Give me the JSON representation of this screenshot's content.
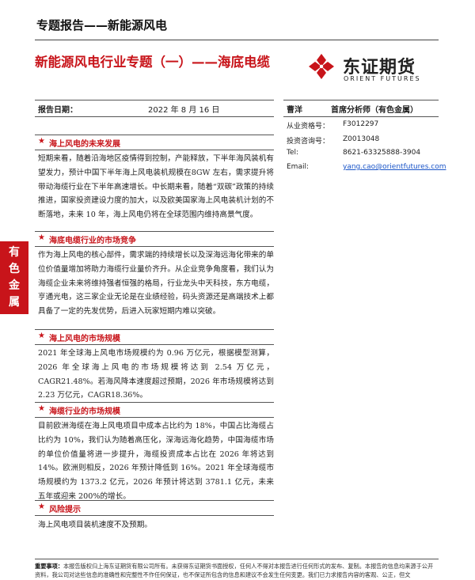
{
  "header": {
    "series": "专题报告——新能源风电"
  },
  "report": {
    "title": "新能源风电行业专题（一）——海底电缆"
  },
  "logo": {
    "cn": "东证期货",
    "en": "ORIENT FUTURES",
    "color": "#c8141a"
  },
  "date": {
    "label": "报告日期：",
    "value": "2022 年 8 月 16 日"
  },
  "analyst": {
    "name": "曹洋",
    "title": "首席分析师（有色金属）",
    "rows": [
      {
        "label": "从业资格号：",
        "value": "F3012297"
      },
      {
        "label": "投资咨询号：",
        "value": "Z0013048"
      },
      {
        "label": "Tel:",
        "value": "8621-63325888-3904"
      },
      {
        "label": "Email:",
        "value": "yang.cao@orientfutures.com"
      }
    ]
  },
  "side_tab": {
    "chars": [
      "有",
      "色",
      "金",
      "属"
    ],
    "color": "#c8141a"
  },
  "sections": [
    {
      "star": "★",
      "title": "海上风电的未来发展",
      "text": "短期来看，随着沿海地区疫情得到控制，产能释放，下半年海风装机有望发力，预计中国下半年海上风电装机规模在8GW 左右，需求提升将带动海缆行业在下半年高速增长。中长期来看，随着“双碳”政策的持续推进，国家投资建设力度的加大，以及欧美国家海上风电装机计划的不断落地，未来 10 年，海上风电仍将在全球范围内维持高景气度。"
    },
    {
      "star": "★",
      "title": "海底电缆行业的市场竞争",
      "text": "作为海上风电的核心部件，需求端的持续增长以及深海远海化带来的单位价值量增加将助力海缆行业量价齐升。从企业竞争角度看，我们认为海缆企业未来将维持强者恒强的格局，行业龙头中天科技，东方电缆，亨通光电，这三家企业无论是在业绩经验，码头资源还是高端技术上都具备了一定的先发优势，后进入玩家短期内难以突破。"
    },
    {
      "star": "★",
      "title": "海上风电的市场规模",
      "text": "2021 年全球海上风电市场规模约为 0.96 万亿元，根据模型测算，2026 年全球海上风电的市场规模将达到 2.54 万亿元，CAGR21.48%。若海风降本速度超过预期，2026 年市场规模将达到 2.23 万亿元，CAGR18.36%。"
    },
    {
      "star": "★",
      "title": "海缆行业的市场规模",
      "text": "目前欧洲海缆在海上风电项目中成本占比约为 18%，中国占比海缆占比约为 10%，我们认为随着高压化，深海远海化趋势，中国海缆市场的单位价值量将进一步提升，海缆投资成本占比在 2026 年将达到 14%。欧洲则相反，2026 年预计降低到 16%。2021 年全球海缆市场规模约为 1373.2 亿元，2026 年预计将达到 3781.1 亿元，未来五年或迎来 200%的增长。"
    },
    {
      "star": "★",
      "title": "风险提示",
      "text": "海上风电项目装机速度不及预期。"
    }
  ],
  "footer": {
    "label": "重要事项：",
    "text": "本报告版权归上海东证期货有限公司所有。未获得东证期货书面授权，任何人不得对本报告进行任何形式的发布、复制。本报告的信息均来源于公开资料，我公司对这些信息的准确性和完整性不作任何保证，也不保证所包含的信息和建议不会发生任何变更。我们已力求报告内容的客观、公正，但文"
  }
}
